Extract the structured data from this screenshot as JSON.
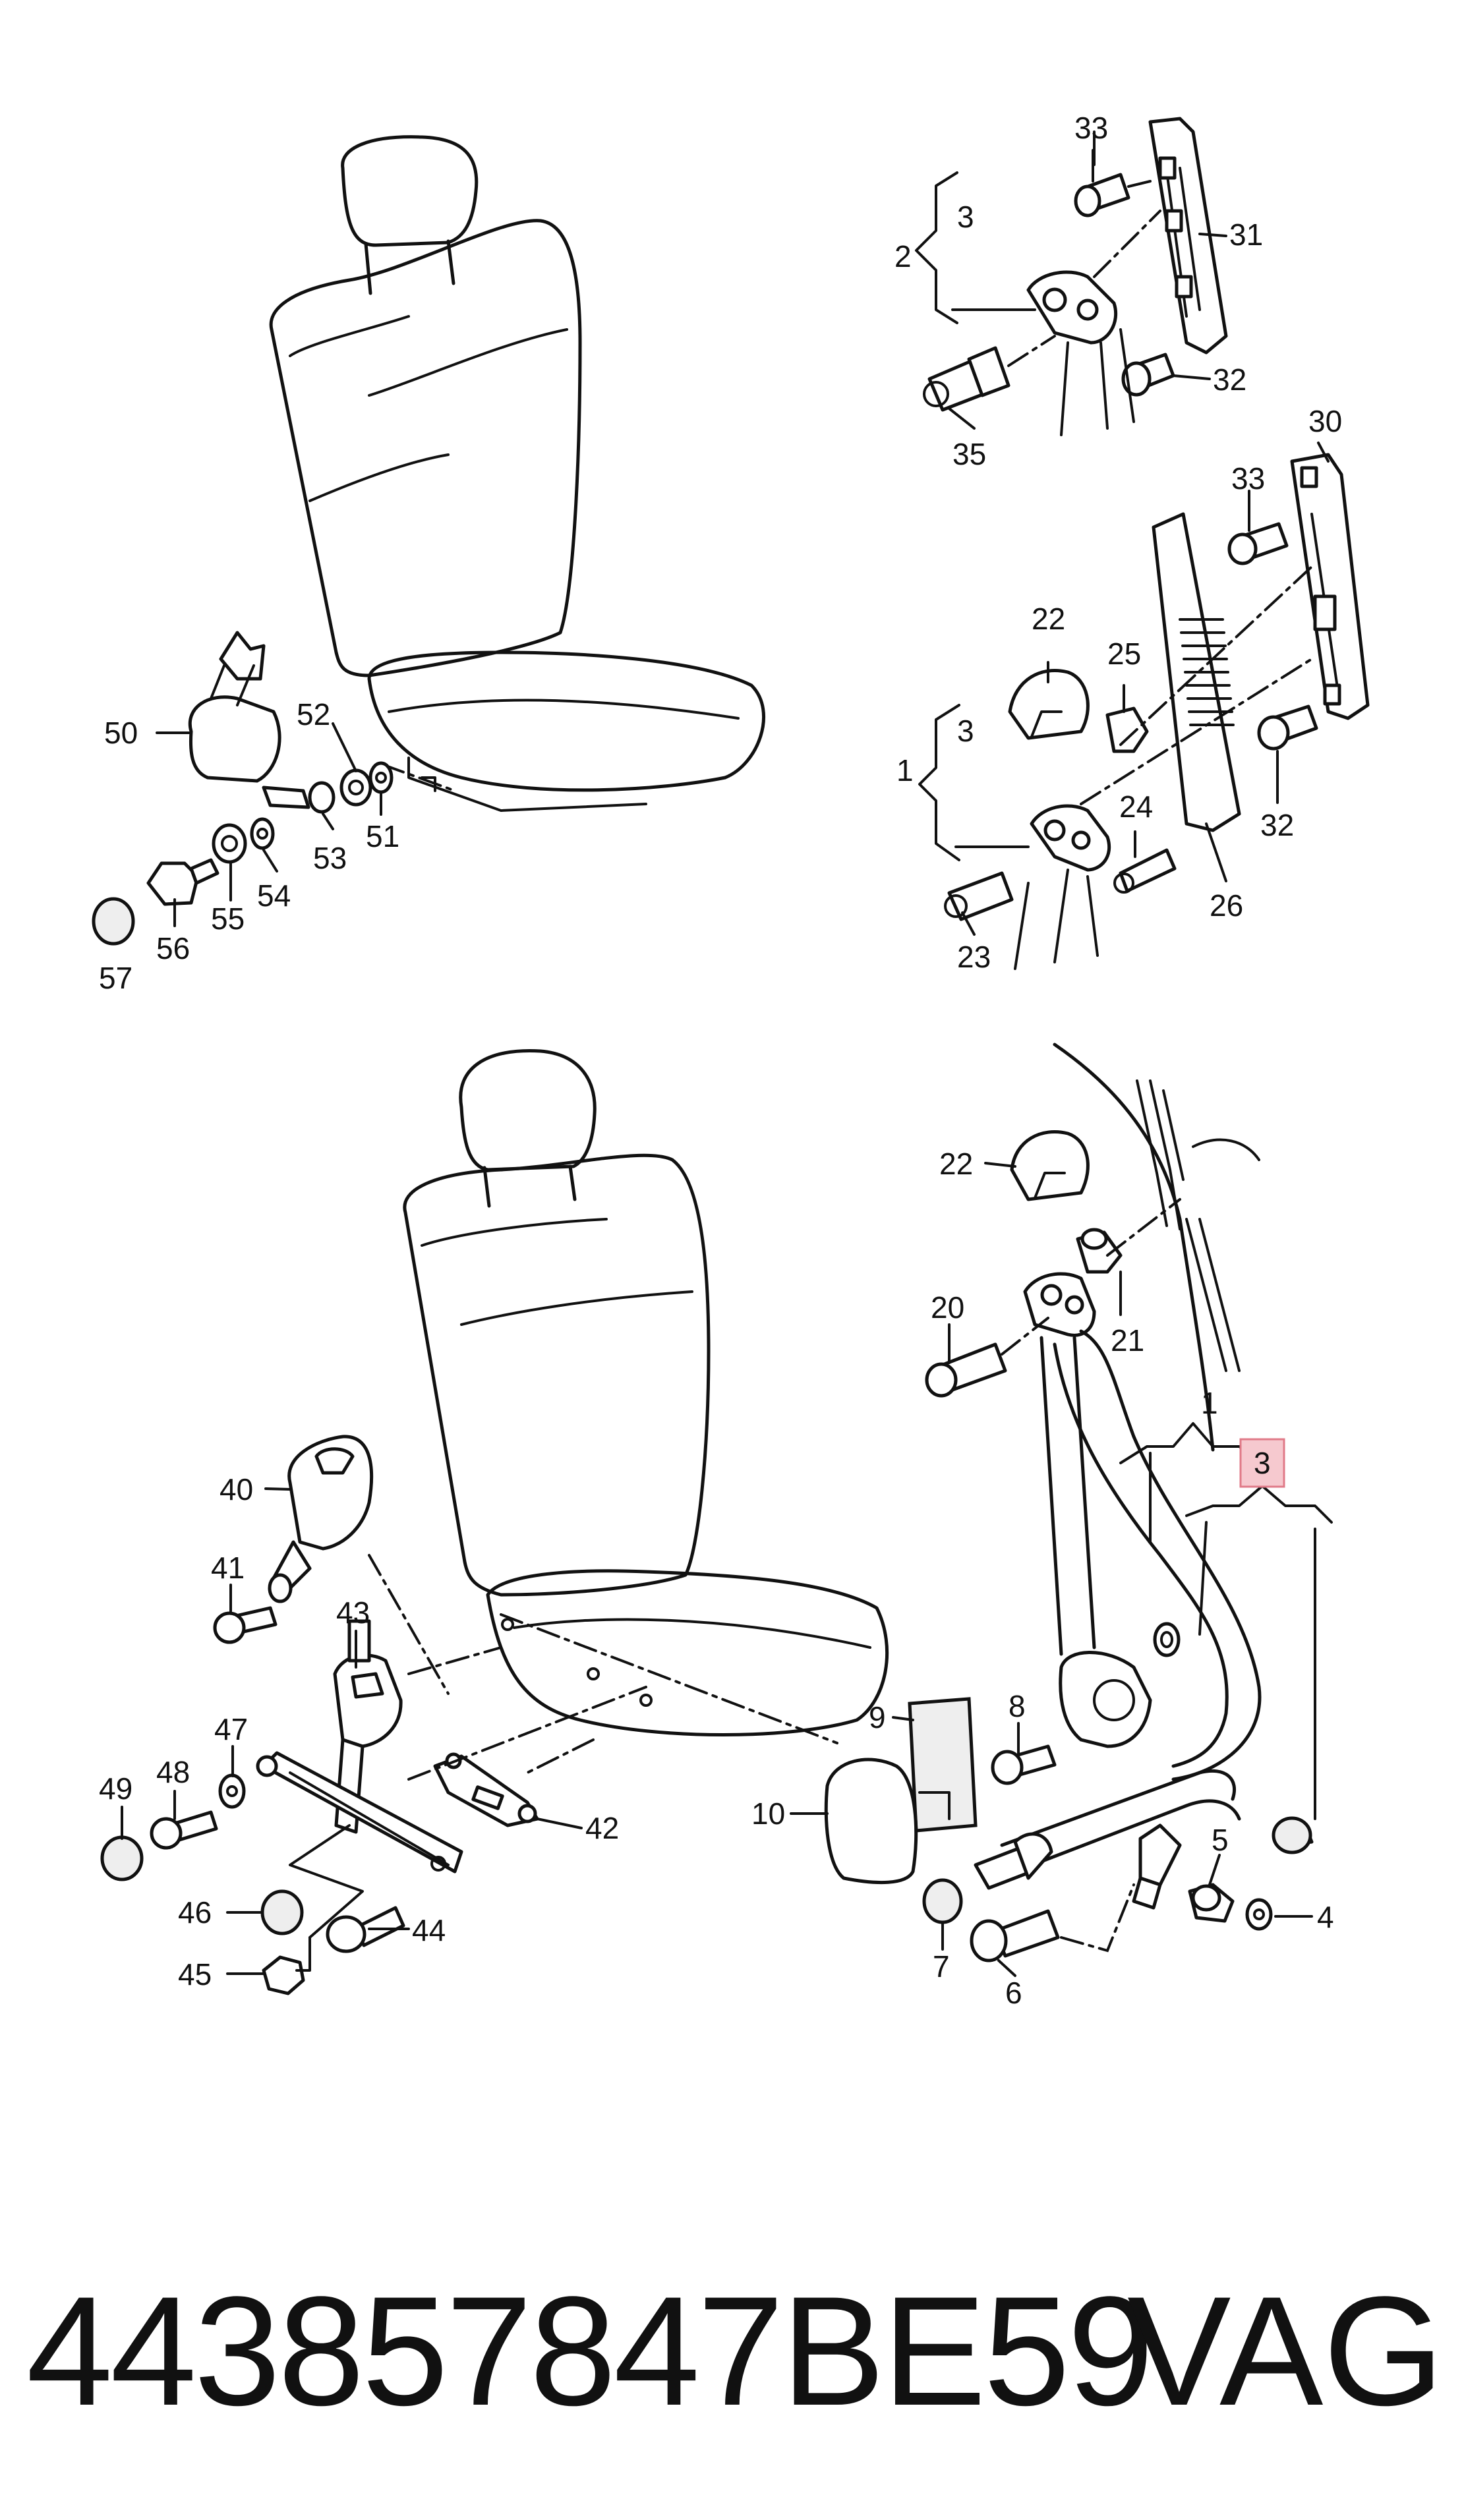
{
  "callouts": [
    {
      "id": "c-33a",
      "text": "33"
    },
    {
      "id": "c-3a",
      "text": "3"
    },
    {
      "id": "c-31",
      "text": "31"
    },
    {
      "id": "c-2",
      "text": "2"
    },
    {
      "id": "c-32a",
      "text": "32"
    },
    {
      "id": "c-35",
      "text": "35"
    },
    {
      "id": "c-30",
      "text": "30"
    },
    {
      "id": "c-33b",
      "text": "33"
    },
    {
      "id": "c-22a",
      "text": "22"
    },
    {
      "id": "c-25",
      "text": "25"
    },
    {
      "id": "c-3b",
      "text": "3"
    },
    {
      "id": "c-1a",
      "text": "1"
    },
    {
      "id": "c-24",
      "text": "24"
    },
    {
      "id": "c-32b",
      "text": "32"
    },
    {
      "id": "c-26",
      "text": "26"
    },
    {
      "id": "c-23",
      "text": "23"
    },
    {
      "id": "c-50",
      "text": "50"
    },
    {
      "id": "c-52",
      "text": "52"
    },
    {
      "id": "c-51",
      "text": "51"
    },
    {
      "id": "c-53",
      "text": "53"
    },
    {
      "id": "c-54",
      "text": "54"
    },
    {
      "id": "c-55",
      "text": "55"
    },
    {
      "id": "c-56",
      "text": "56"
    },
    {
      "id": "c-57",
      "text": "57"
    },
    {
      "id": "c-22b",
      "text": "22"
    },
    {
      "id": "c-20",
      "text": "20"
    },
    {
      "id": "c-21",
      "text": "21"
    },
    {
      "id": "c-1b",
      "text": "1"
    },
    {
      "id": "c-3c",
      "text": "3"
    },
    {
      "id": "c-40",
      "text": "40"
    },
    {
      "id": "c-41",
      "text": "41"
    },
    {
      "id": "c-43",
      "text": "43"
    },
    {
      "id": "c-47",
      "text": "47"
    },
    {
      "id": "c-48",
      "text": "48"
    },
    {
      "id": "c-49",
      "text": "49"
    },
    {
      "id": "c-42",
      "text": "42"
    },
    {
      "id": "c-46",
      "text": "46"
    },
    {
      "id": "c-44",
      "text": "44"
    },
    {
      "id": "c-45",
      "text": "45"
    },
    {
      "id": "c-9",
      "text": "9"
    },
    {
      "id": "c-10",
      "text": "10"
    },
    {
      "id": "c-8",
      "text": "8"
    },
    {
      "id": "c-5",
      "text": "5"
    },
    {
      "id": "c-4",
      "text": "4"
    },
    {
      "id": "c-7",
      "text": "7"
    },
    {
      "id": "c-6",
      "text": "6"
    }
  ],
  "highlighted_callout": "3",
  "highlight_color": "#f6c9cf",
  "footer": {
    "part_number": "443857847BE59",
    "brand": "VAG"
  }
}
